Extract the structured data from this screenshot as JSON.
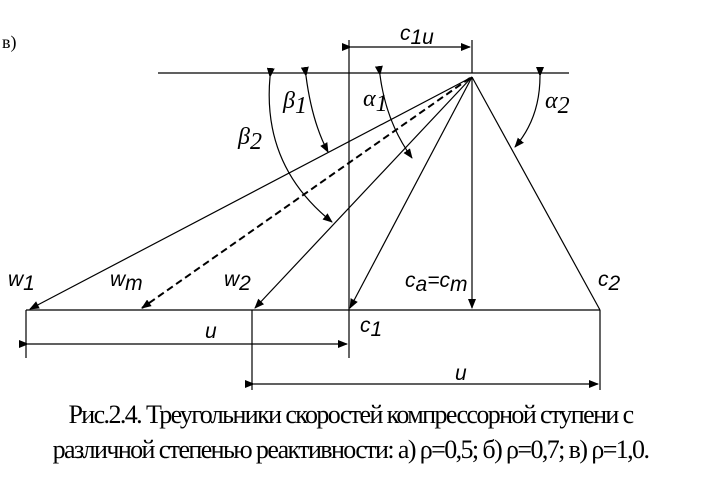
{
  "panel_label": "в)",
  "labels": {
    "c1u": {
      "main": "c",
      "sub": "1u"
    },
    "beta1": {
      "main": "β",
      "sub": "1"
    },
    "beta2": {
      "main": "β",
      "sub": "2"
    },
    "alpha1": {
      "main": "α",
      "sub": "1"
    },
    "alpha2": {
      "main": "α",
      "sub": "2"
    },
    "w1": {
      "main": "w",
      "sub": "1"
    },
    "wm": {
      "main": "w",
      "sub": "m"
    },
    "w2": {
      "main": "w",
      "sub": "2"
    },
    "ca": {
      "main": "c",
      "sub": "a",
      "eq": "=",
      "main2": "c",
      "sub2": "m"
    },
    "c2": {
      "main": "c",
      "sub": "2"
    },
    "c1": {
      "main": "c",
      "sub": "1"
    },
    "u_left": "u",
    "u_right": "u"
  },
  "caption": {
    "line1": "Рис.2.4.  Треугольники скоростей компрессорной ступени с",
    "line2": "различной степенью реактивности:  а)  ρ=0,5;  б)  ρ=0,7;  в)  ρ=1,0."
  }
}
